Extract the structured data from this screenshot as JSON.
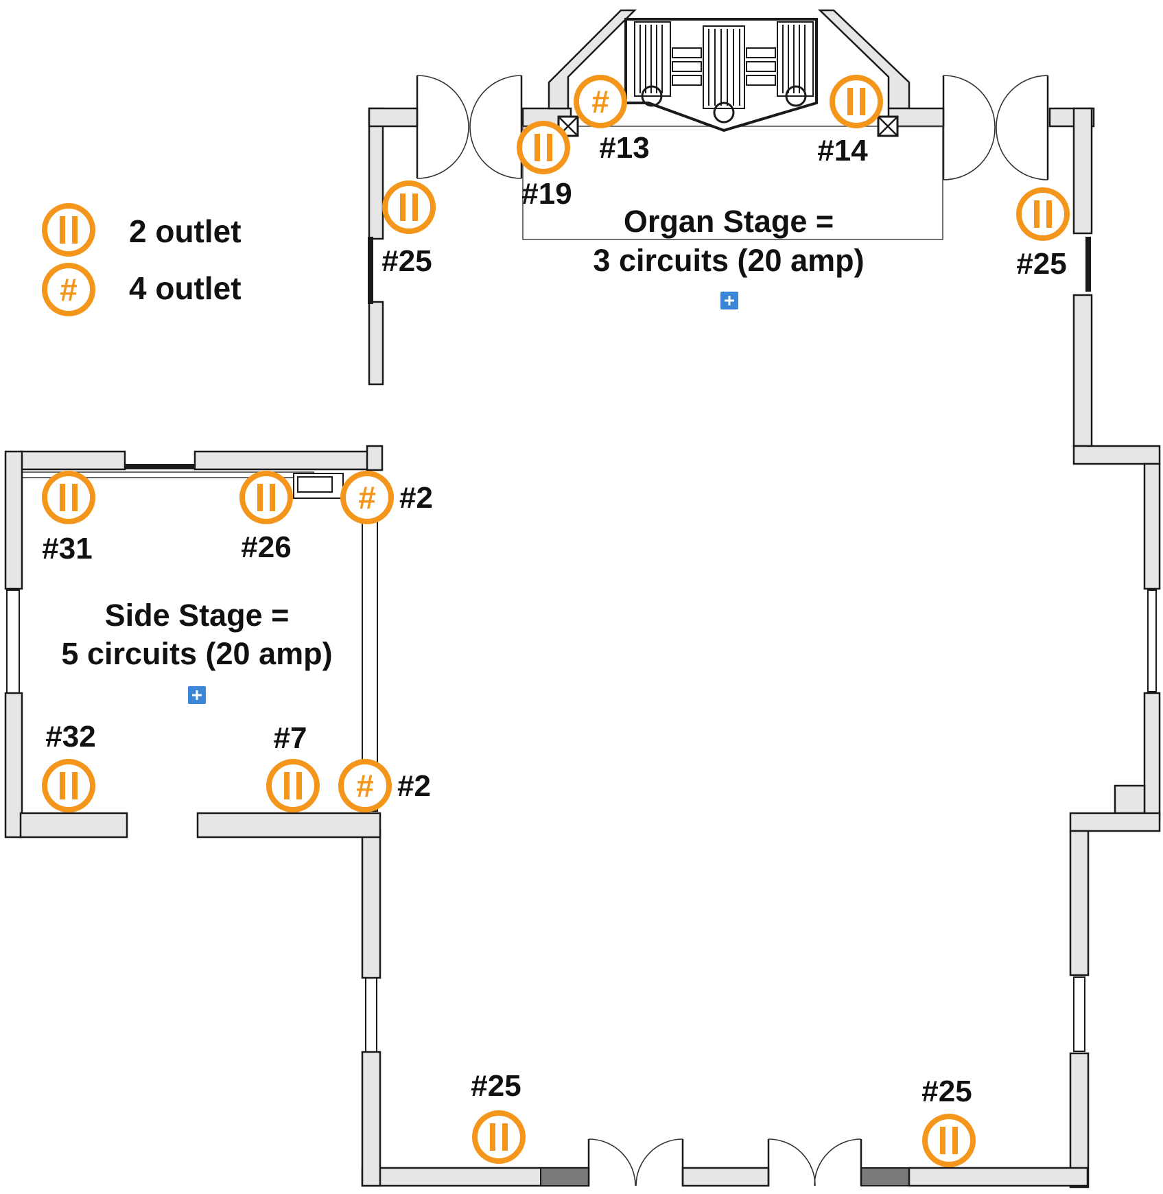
{
  "legend": {
    "two_outlet": "2 outlet",
    "four_outlet": "4 outlet"
  },
  "stages": {
    "organ": {
      "line1": "Organ Stage =",
      "line2": "3 circuits (20 amp)"
    },
    "side": {
      "line1": "Side Stage =",
      "line2": "5 circuits (20 amp)"
    }
  },
  "outlets": {
    "o13": "#13",
    "o14": "#14",
    "o19": "#19",
    "o25_top_left": "#25",
    "o25_top_right": "#25",
    "o2_top": "#2",
    "o31": "#31",
    "o26": "#26",
    "o32": "#32",
    "o7": "#7",
    "o2_bottom": "#2",
    "o25_bottom_left": "#25",
    "o25_bottom_right": "#25"
  },
  "colors": {
    "outlet": "#f5961c",
    "marker": "#3b86d6"
  },
  "icons": {
    "two_outlet_symbol": "double-bar",
    "four_outlet_symbol": "hash",
    "marker": "plus-square-icon"
  }
}
